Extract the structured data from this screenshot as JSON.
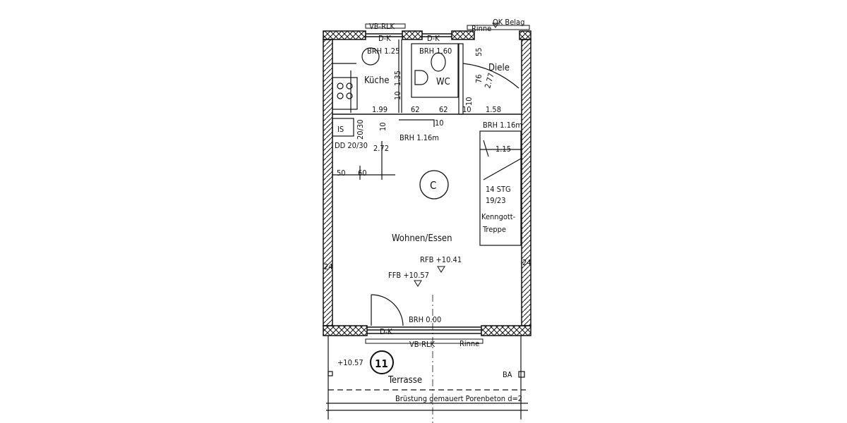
{
  "plan": {
    "rooms": {
      "kitchen": "Küche",
      "wc": "WC",
      "hall": "Diele",
      "living": "Wohnen/Essen",
      "terrace": "Terrasse"
    },
    "unit_marker": "C",
    "apartment_number": "11",
    "annotations": {
      "window_top": "VB-RLK",
      "gutter_top": "Rinne",
      "floor_finish": "OK Belag",
      "dk1": "D-K",
      "dk2": "D-K",
      "dk3": "D-K",
      "brh_kitchen": "BRH 1.25",
      "brh_wc": "BRH 1.60",
      "brh_hall": "BRH 1.16m",
      "brh_kitchen_low": "BRH 1.16m",
      "brh_door": "BRH 0.00",
      "shaft": "IS",
      "dd": "DD 20/30",
      "stairs_count": "14 STG",
      "stairs_ratio": "19/23",
      "stairs_type_1": "Kenngott-",
      "stairs_type_2": "Treppe",
      "rfb": "RFB +10.41",
      "ffb": "FFB +10.57",
      "terrace_level": "+10.57",
      "window_bottom": "VB-RLK",
      "gutter_bottom": "Rinne",
      "drain": "BA",
      "parapet": "Brüstung gemauert  Porenbeton d=2"
    },
    "dimensions": {
      "d1": "1.99",
      "d2": "62",
      "d3": "62",
      "d4": "10",
      "d5": "1.58",
      "d6": "1.35",
      "d7": "10",
      "d8": "55",
      "d9": "76",
      "d10": "2.77",
      "d11": "10",
      "d12": "2.72",
      "d13": "50",
      "d14": "60",
      "d15": "1.15",
      "d16": "24",
      "d17": "24",
      "d18": "20/30",
      "d19": "10",
      "d20": "10"
    }
  }
}
